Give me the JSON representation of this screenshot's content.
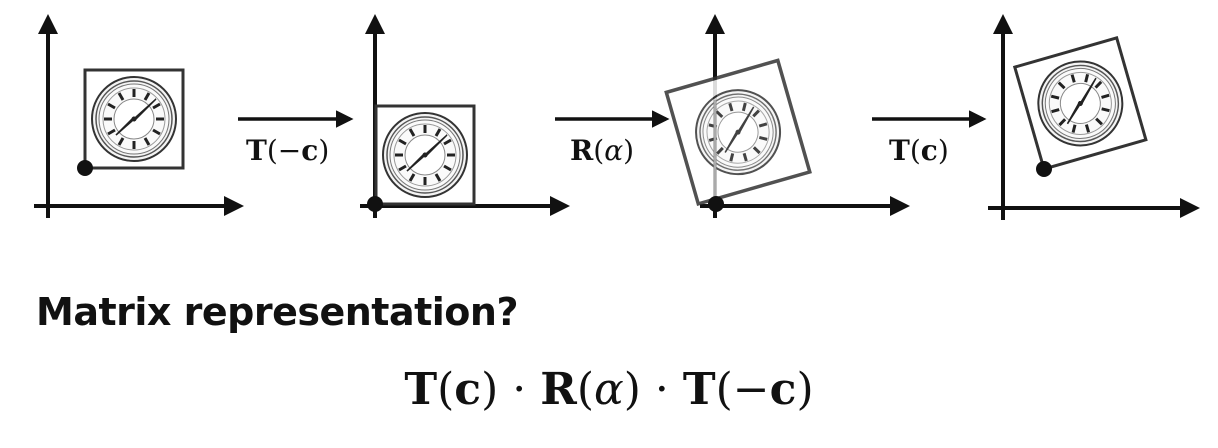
{
  "diagram": {
    "steps": [
      {
        "op_bold": "T",
        "open": "(",
        "arg_pre": "−",
        "arg_bold": "c",
        "arg_italic": "",
        "close": ")"
      },
      {
        "op_bold": "R",
        "open": "(",
        "arg_pre": "",
        "arg_bold": "",
        "arg_italic": "α",
        "close": ")"
      },
      {
        "op_bold": "T",
        "open": "(",
        "arg_pre": "",
        "arg_bold": "c",
        "arg_italic": "",
        "close": ")"
      }
    ],
    "panels": [
      {
        "rotation_deg": 0,
        "pivot_at_origin": false
      },
      {
        "rotation_deg": 0,
        "pivot_at_origin": true
      },
      {
        "rotation_deg": -16,
        "pivot_at_origin": true
      },
      {
        "rotation_deg": -16,
        "pivot_at_origin": false
      }
    ]
  },
  "heading": "Matrix representation?",
  "formula": {
    "f1_op": "T",
    "f1_open": "(",
    "f1_arg": "c",
    "f1_close": ")",
    "dot1": " · ",
    "f2_op": "R",
    "f2_open": "(",
    "f2_arg": "α",
    "f2_close": ")",
    "dot2": " · ",
    "f3_op": "T",
    "f3_open": "(",
    "f3_neg": "−",
    "f3_arg": "c",
    "f3_close": ")"
  }
}
